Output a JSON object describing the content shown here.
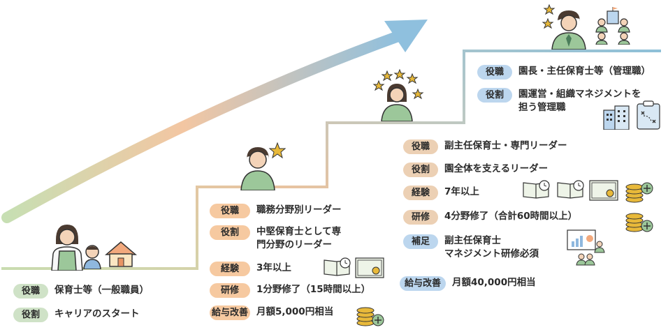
{
  "stages": [
    {
      "id": "staff",
      "rows": [
        {
          "tag": "役職",
          "text": "保育士等（一般職員）"
        },
        {
          "tag": "役割",
          "text": "キャリアのスタート"
        }
      ]
    },
    {
      "id": "field-leader",
      "rows": [
        {
          "tag": "役職",
          "text": "職務分野別リーダー"
        },
        {
          "tag": "役割",
          "text": "中堅保育士として専\n門分野のリーダー"
        },
        {
          "tag": "経験",
          "text": "3年以上"
        },
        {
          "tag": "研修",
          "text": "1分野修了（15時間以上）"
        },
        {
          "tag": "給与改善",
          "text": "月額5,000円相当"
        }
      ]
    },
    {
      "id": "vice-director",
      "rows": [
        {
          "tag": "役職",
          "text": "副主任保育士・専門リーダー"
        },
        {
          "tag": "役割",
          "text": "園全体を支えるリーダー"
        },
        {
          "tag": "経験",
          "text": "7年以上"
        },
        {
          "tag": "研修",
          "text": "4分野修了（合計60時間以上）"
        },
        {
          "tag": "補足",
          "text": "副主任保育士\nマネジメント研修必須"
        },
        {
          "tag": "給与改善",
          "text": "月額40,000円相当"
        }
      ]
    },
    {
      "id": "director",
      "rows": [
        {
          "tag": "役職",
          "text": "園長・主任保育士等（管理職）"
        },
        {
          "tag": "役割",
          "text": "園運営・組織マネジメントを\n担う管理職"
        }
      ]
    }
  ],
  "colors": {
    "green": "#cfe2c7",
    "orange": "#f6c9a0",
    "tan": "#ecd0b4",
    "blue": "#bcd6ee",
    "star": "#e8b93a",
    "stair": "#9cc6c4"
  },
  "icons": [
    "woman-icon",
    "child-icon",
    "house-icon",
    "man-icon",
    "star-icon",
    "book-clock-icon",
    "certificate-icon",
    "coin-stack-icon",
    "presentation-icon",
    "building-icon",
    "clipboard-strategy-icon",
    "team-icon"
  ]
}
